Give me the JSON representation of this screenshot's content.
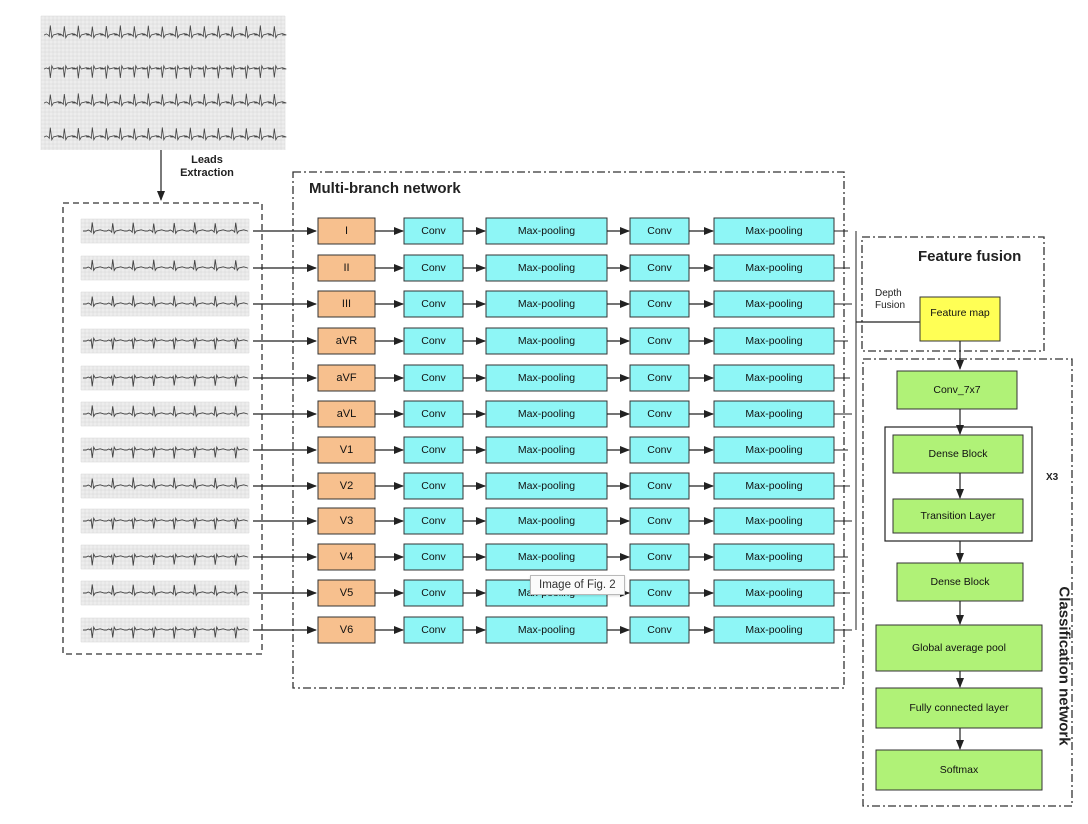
{
  "figure": {
    "leads_extraction": [
      "Leads",
      "Extraction"
    ],
    "multi_branch_title": "Multi-branch network",
    "feature_fusion_title": "Feature fusion",
    "classification_title": "Classification network",
    "depth_fusion": [
      "Depth",
      "Fusion"
    ],
    "feature_map": "Feature map",
    "repeat_label": "X3"
  },
  "leads": [
    "I",
    "II",
    "III",
    "aVR",
    "aVF",
    "aVL",
    "V1",
    "V2",
    "V3",
    "V4",
    "V5",
    "V6"
  ],
  "branch_ops": [
    "Conv",
    "Max-pooling",
    "Conv",
    "Max-pooling"
  ],
  "classification_blocks": [
    "Conv_7x7",
    "Dense Block",
    "Transition Layer",
    "Dense Block",
    "Global average pool",
    "Fully connected layer",
    "Softmax"
  ],
  "tooltip": "Image of Fig. 2",
  "colors": {
    "lead_fill": "#f7c08e",
    "op_fill": "#8ef6f6",
    "feature_map_fill": "#ffff55",
    "class_fill": "#b0f277",
    "ecg_bg": "#ededed",
    "ecg_grid": "#d6d6d6",
    "ecg_trace": "#444444"
  }
}
